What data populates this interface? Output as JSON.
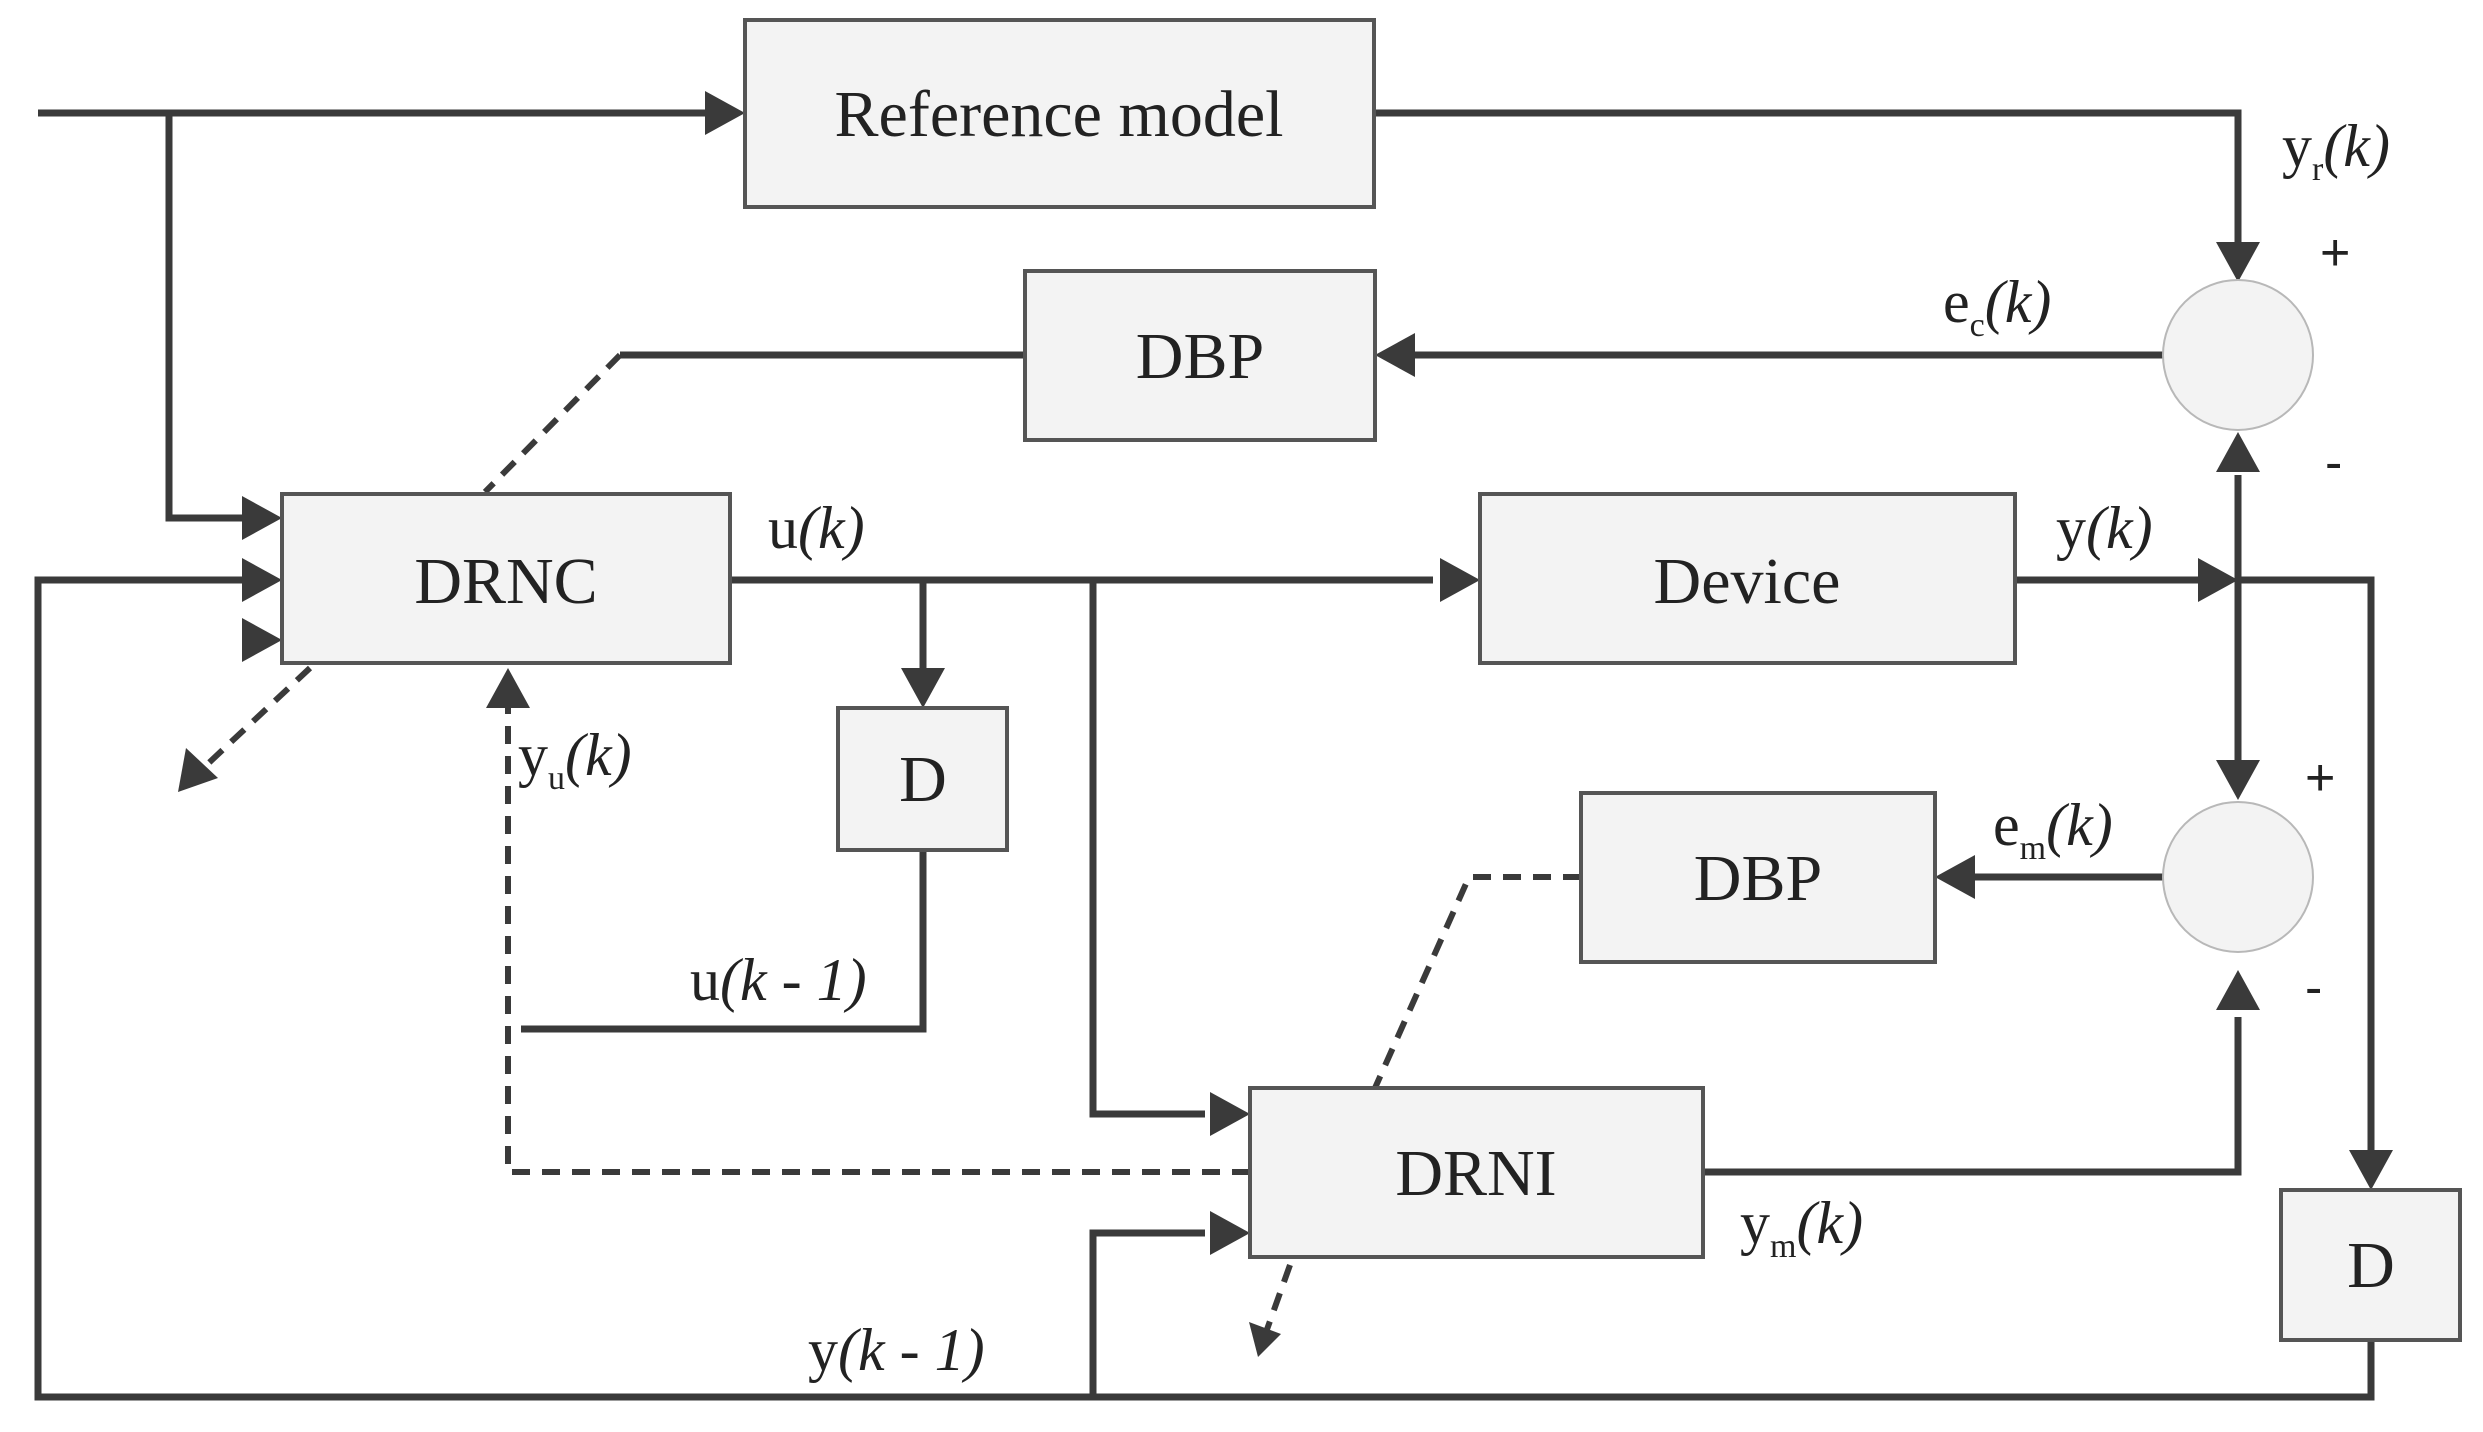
{
  "blocks": {
    "reference_model": "Reference model",
    "dbp_controller": "DBP",
    "drnc": "DRNC",
    "device": "Device",
    "delay_u": "D",
    "dbp_identifier": "DBP",
    "drni": "DRNI",
    "delay_y": "D"
  },
  "signals": {
    "yr": {
      "base": "y",
      "sub": "r",
      "arg": "(k)"
    },
    "ec": {
      "base": "e",
      "sub": "c",
      "arg": "(k)"
    },
    "u": {
      "base": "u",
      "arg": "(k)"
    },
    "y": {
      "base": "y",
      "arg": "(k)"
    },
    "yu": {
      "base": "y",
      "sub": "u",
      "arg": "(k)"
    },
    "em": {
      "base": "e",
      "sub": "m",
      "arg": "(k)"
    },
    "u_prev": {
      "base": "u",
      "arg": "(k - 1)"
    },
    "ym": {
      "base": "y",
      "sub": "m",
      "arg": "(k)"
    },
    "y_prev": {
      "base": "y",
      "arg": "(k - 1)"
    }
  },
  "signs": {
    "top_plus": "+",
    "top_minus": "-",
    "bottom_plus": "+",
    "bottom_minus": "-"
  }
}
